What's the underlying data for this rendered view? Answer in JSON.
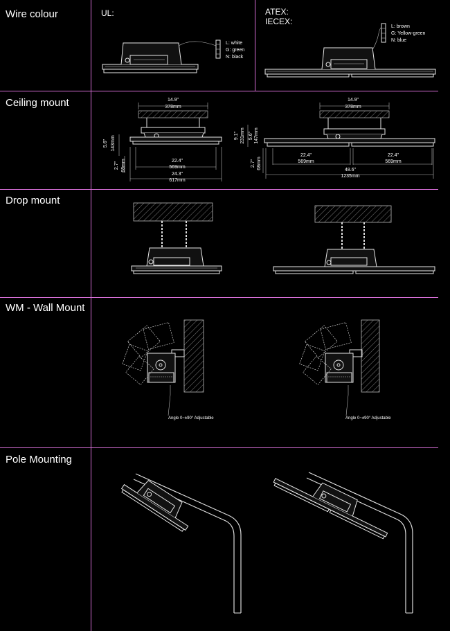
{
  "sections": {
    "wire_colour": {
      "title": "Wire colour",
      "ul": {
        "label": "UL:",
        "wires": [
          "L: white",
          "G: green",
          "N: black"
        ]
      },
      "atex": {
        "label_1": "ATEX:",
        "label_2": "IECEX:",
        "wires": [
          "L: brown",
          "G: Yellow-green",
          "N: blue"
        ]
      }
    },
    "ceiling_mount": {
      "title": "Ceiling mount",
      "single": {
        "bracket_in": "14.9\"",
        "bracket_mm": "378mm",
        "height_in": "5.6\"",
        "height_mm": "143mm",
        "body_in": "2.7\"",
        "body_mm": "68mm",
        "module_in": "22.4\"",
        "module_mm": "569mm",
        "length_in": "24.3\"",
        "length_mm": "617mm"
      },
      "double": {
        "bracket_in": "14.9\"",
        "bracket_mm": "378mm",
        "total_in": "9.1\"",
        "total_mm": "231mm",
        "height_in": "5.6\"",
        "height_mm": "147mm",
        "body_in": "2.7\"",
        "body_mm": "68mm",
        "module_in": "22.4\"",
        "module_mm": "569mm",
        "module2_in": "22.4\"",
        "module2_mm": "569mm",
        "length_in": "48.6\"",
        "length_mm": "1235mm"
      }
    },
    "drop_mount": {
      "title": "Drop mount"
    },
    "wall_mount": {
      "title": "WM - Wall Mount",
      "angle_note_left": "Angle 0~±90° Adjustable",
      "angle_note_right": "Angle 0~±90° Adjustable"
    },
    "pole_mounting": {
      "title": "Pole Mounting"
    }
  },
  "colors": {
    "divider": "#d86fd8",
    "background": "#000000",
    "line_art": "#e6e6e6"
  }
}
